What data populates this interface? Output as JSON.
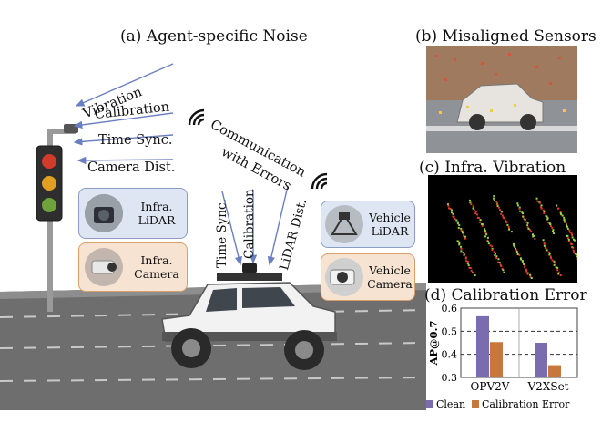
{
  "panel_a": {
    "title": "(a) Agent-specific Noise",
    "noise_labels": {
      "vibration": "Vibration",
      "calibration": "Calibration",
      "time_sync": "Time Sync.",
      "camera_dist": "Camera Dist.",
      "comm_line1": "Communication",
      "comm_line2": "with Errors",
      "vehicle_time_sync": "Time Sync.",
      "vehicle_calibration": "Calibration",
      "vehicle_lidar_dist": "LiDAR Dist."
    },
    "sensor_boxes": {
      "infra_lidar": [
        "Infra.",
        "LiDAR"
      ],
      "infra_camera": [
        "Infra.",
        "Camera"
      ],
      "vehicle_lidar": [
        "Vehicle",
        "LiDAR"
      ],
      "vehicle_camera": [
        "Vehicle",
        "Camera"
      ]
    },
    "colors": {
      "arrow": "#6a7fbf",
      "box_blue_fill": "#dfe6f3",
      "box_orange_fill": "#f6e3d2",
      "road": "#6b6b6b"
    }
  },
  "panel_b": {
    "title": "(b) Misaligned Sensors"
  },
  "panel_c": {
    "title": "(c) Infra. Vibration"
  },
  "panel_d": {
    "title": "(d) Calibration Error",
    "chart_data": {
      "type": "bar",
      "categories": [
        "OPV2V",
        "V2XSet"
      ],
      "series": [
        {
          "name": "Clean",
          "values": [
            0.565,
            0.45
          ],
          "color": "#7b6cb0"
        },
        {
          "name": "Calibration Error",
          "values": [
            0.453,
            0.353
          ],
          "color": "#c8773a"
        }
      ],
      "ylabel": "AP@0.7",
      "ylim": [
        0.3,
        0.6
      ],
      "yticks": [
        "0.6",
        "0.5",
        "0.4",
        "0.3"
      ],
      "ytick_values": [
        0.6,
        0.5,
        0.4,
        0.3
      ],
      "gridlines": [
        0.5,
        0.4
      ],
      "grid": "dashed",
      "legend": "bottom"
    }
  }
}
